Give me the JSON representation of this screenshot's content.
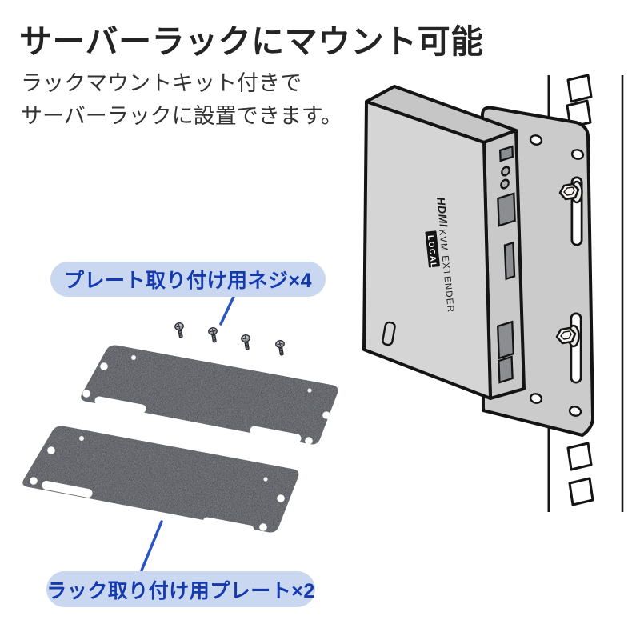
{
  "header": {
    "title": "サーバーラックにマウント可能",
    "subtitle": [
      "ラックマウントキット付きで",
      "サーバーラックに設置できます。"
    ]
  },
  "callouts": {
    "screws": "プレート取り付け用ネジ×4",
    "plates": "ラック取り付け用プレート×2"
  },
  "device": {
    "brand": "HDMI",
    "name": "KVM EXTENDER",
    "badge": "LOCAL"
  },
  "colors": {
    "callout_bg": "#c9d8f0",
    "callout_text": "#1539ae",
    "leader_line": "#2b53c6",
    "plate_dark": "#36393f",
    "device_gray": "#d5d5d5",
    "outline": "#141414",
    "title_text": "#242424",
    "body_text": "#333333"
  }
}
